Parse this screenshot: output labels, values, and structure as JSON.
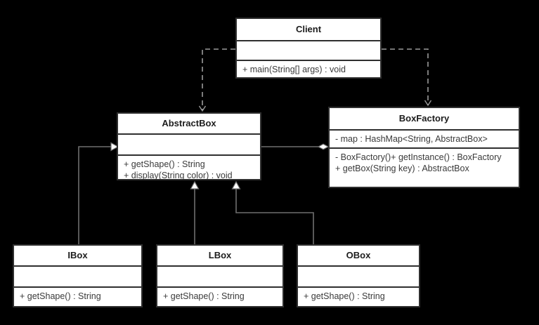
{
  "diagram": {
    "kind": "uml-class-diagram",
    "background_color": "#000000",
    "class_fill_color": "#ffffff",
    "class_border_color": "#2f2f2f",
    "text_color": "#3a3a3a",
    "title_color": "#1c1c1c"
  },
  "classes": {
    "client": {
      "name": "Client",
      "attributes": [],
      "methods": [
        "+ main(String[] args) : void"
      ]
    },
    "abstractbox": {
      "name": "AbstractBox",
      "attributes": [],
      "methods": [
        "+ getShape() : String",
        "+ display(String color) : void"
      ]
    },
    "boxfactory": {
      "name": "BoxFactory",
      "attributes": [
        "- map : HashMap<String, AbstractBox>"
      ],
      "methods": [
        "- BoxFactory()+ getInstance() : BoxFactory",
        "+ getBox(String key) : AbstractBox"
      ]
    },
    "ibox": {
      "name": "IBox",
      "attributes": [],
      "methods": [
        "+ getShape() : String"
      ]
    },
    "lbox": {
      "name": "LBox",
      "attributes": [],
      "methods": [
        "+ getShape() : String"
      ]
    },
    "obox": {
      "name": "OBox",
      "attributes": [],
      "methods": [
        "+ getShape() : String"
      ]
    }
  },
  "relationships": [
    {
      "id": "client-to-abstractbox",
      "type": "dependency",
      "style": "dashed",
      "arrowhead": "open",
      "from": "Client",
      "to": "AbstractBox"
    },
    {
      "id": "client-to-boxfactory",
      "type": "dependency",
      "style": "dashed",
      "arrowhead": "open",
      "from": "Client",
      "to": "BoxFactory"
    },
    {
      "id": "boxfactory-aggregates-abstractbox",
      "type": "aggregation",
      "style": "solid",
      "arrowhead": "hollow-diamond",
      "from": "BoxFactory",
      "to": "AbstractBox"
    },
    {
      "id": "ibox-extends-abstractbox",
      "type": "generalization",
      "style": "solid",
      "arrowhead": "hollow-triangle",
      "from": "IBox",
      "to": "AbstractBox"
    },
    {
      "id": "lbox-extends-abstractbox",
      "type": "generalization",
      "style": "solid",
      "arrowhead": "hollow-triangle",
      "from": "LBox",
      "to": "AbstractBox"
    },
    {
      "id": "obox-extends-abstractbox",
      "type": "generalization",
      "style": "solid",
      "arrowhead": "hollow-triangle",
      "from": "OBox",
      "to": "AbstractBox"
    }
  ]
}
